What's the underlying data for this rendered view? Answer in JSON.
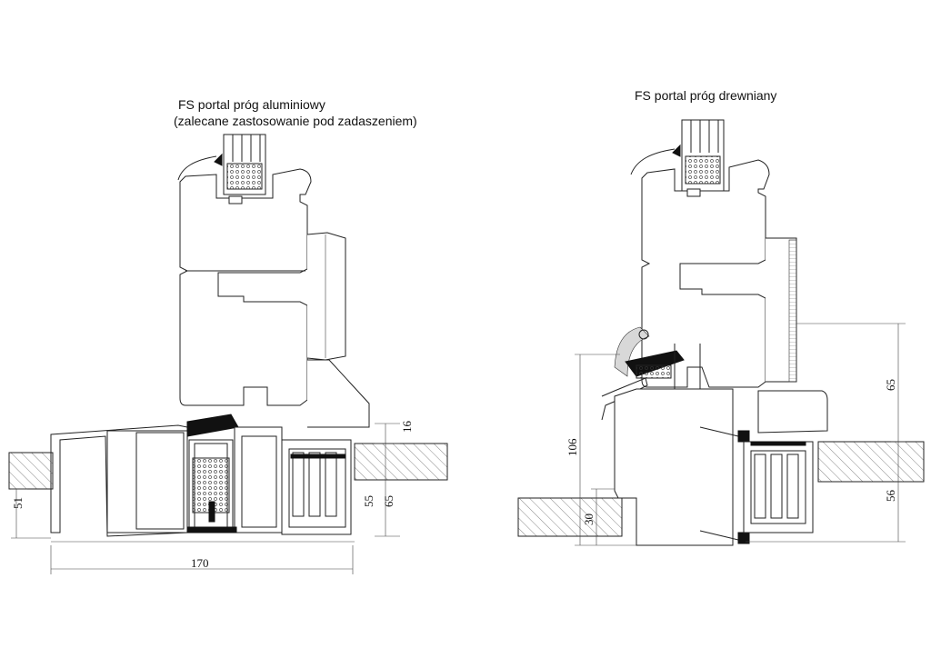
{
  "left_detail": {
    "title_line1": "FS portal próg aluminiowy",
    "title_line2": "(zalecane zastosowanie pod zadaszeniem)",
    "dimensions": {
      "width": "170",
      "d16": "16",
      "d55": "55",
      "d65": "65",
      "d51": "51"
    }
  },
  "right_detail": {
    "title": "FS portal próg drewniany",
    "dimensions": {
      "d65": "65",
      "d56": "56",
      "d106": "106",
      "d30": "30"
    }
  },
  "colors": {
    "line": "#222222",
    "hatch": "#444444",
    "fill_dark": "#111111",
    "fill_light": "#d8d8d8"
  }
}
